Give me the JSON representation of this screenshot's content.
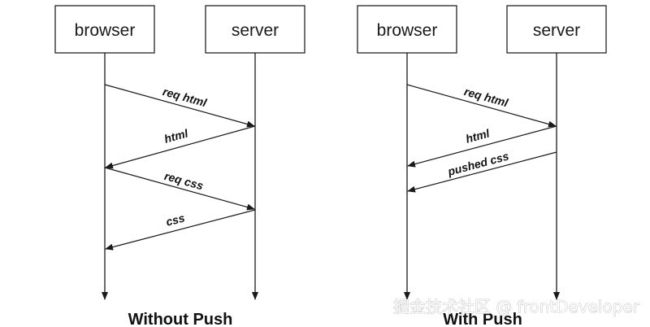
{
  "colors": {
    "line": "#1a1a1a",
    "box_border": "#222222",
    "background": "#ffffff"
  },
  "left_diagram": {
    "caption": "Without Push",
    "browser_label": "browser",
    "server_label": "server",
    "messages": [
      {
        "label": "req html",
        "direction": "to-server"
      },
      {
        "label": "html",
        "direction": "to-browser"
      },
      {
        "label": "req css",
        "direction": "to-server"
      },
      {
        "label": "css",
        "direction": "to-browser"
      }
    ]
  },
  "right_diagram": {
    "caption": "With Push",
    "browser_label": "browser",
    "server_label": "server",
    "messages": [
      {
        "label": "req html",
        "direction": "to-server"
      },
      {
        "label": "html",
        "direction": "to-browser"
      },
      {
        "label": "pushed css",
        "direction": "to-browser"
      }
    ]
  },
  "watermark": "掘金技术社区 @ frontDeveloper"
}
